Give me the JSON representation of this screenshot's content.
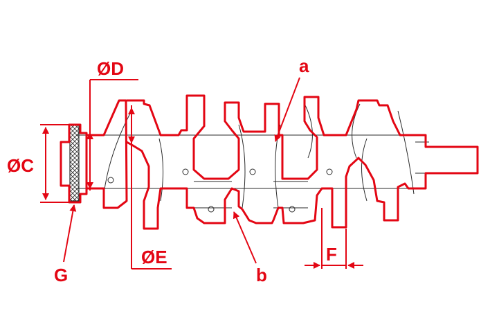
{
  "labels": {
    "dia_d": "ØD",
    "dia_c": "ØC",
    "dia_e": "ØE",
    "a": "a",
    "b": "b",
    "f": "F",
    "g": "G"
  },
  "colors": {
    "outline_red": "#e30613",
    "line_black": "#2a2a2a",
    "background": "#ffffff"
  }
}
